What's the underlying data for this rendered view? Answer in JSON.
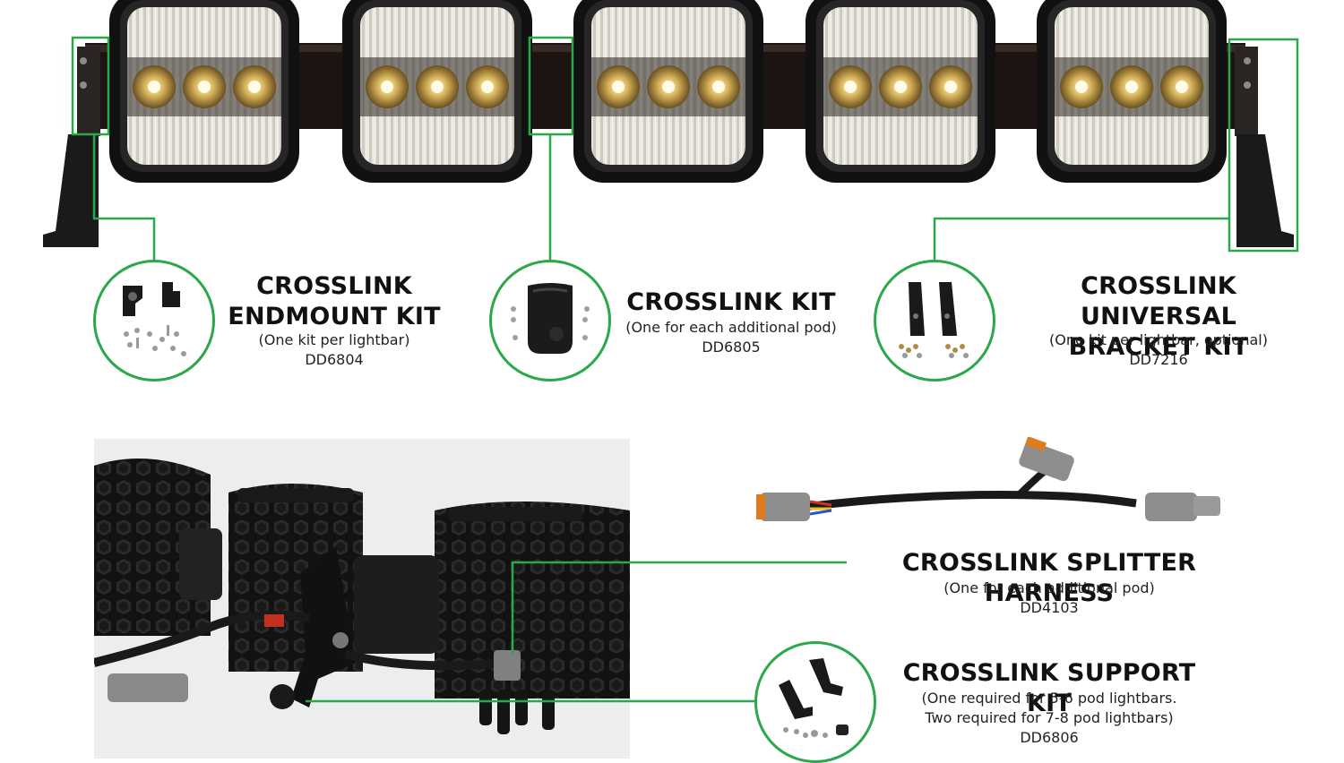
{
  "colors": {
    "accent_green": "#2aa84a",
    "bar_dark": "#1c1412",
    "housing": "#151515",
    "photo_bg": "#ecedee"
  },
  "kits": {
    "endmount": {
      "title_1": "CROSSLINK",
      "title_2": "ENDMOUNT KIT",
      "note": "(One kit per lightbar)",
      "sku": "DD6804"
    },
    "crosslink": {
      "title": "CROSSLINK KIT",
      "note": "(One for each additional pod)",
      "sku": "DD6805"
    },
    "bracket": {
      "title_1": "CROSSLINK UNIVERSAL",
      "title_2": "BRACKET KIT",
      "note": "(One kit per lightbar, optional)",
      "sku": "DD7216"
    },
    "splitter": {
      "title": "CROSSLINK SPLITTER HARNESS",
      "note": "(One for each additional pod)",
      "sku": "DD4103"
    },
    "support": {
      "title": "CROSSLINK SUPPORT KIT",
      "note_1": "(One required for 5-6 pod lightbars.",
      "note_2": "Two required for 7-8 pod lightbars)",
      "sku": "DD6806"
    }
  },
  "icons": [
    "light-pod-icon",
    "endmount-parts-icon",
    "crosslink-bracket-icon",
    "universal-bracket-icon",
    "harness-cable-icon",
    "support-bracket-icon"
  ]
}
